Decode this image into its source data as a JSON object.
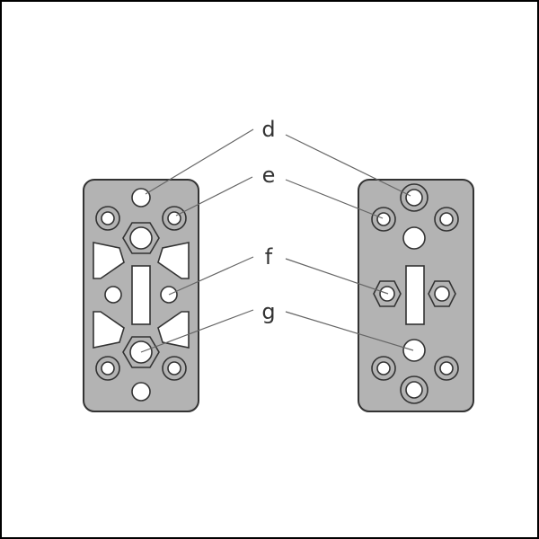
{
  "labels": {
    "d": "d",
    "e": "e",
    "f": "f",
    "g": "g"
  },
  "colors": {
    "plate_fill": "#b3b3b3",
    "outline": "#333333",
    "hole_fill": "#ffffff",
    "leader": "#666666",
    "border": "#000000"
  }
}
